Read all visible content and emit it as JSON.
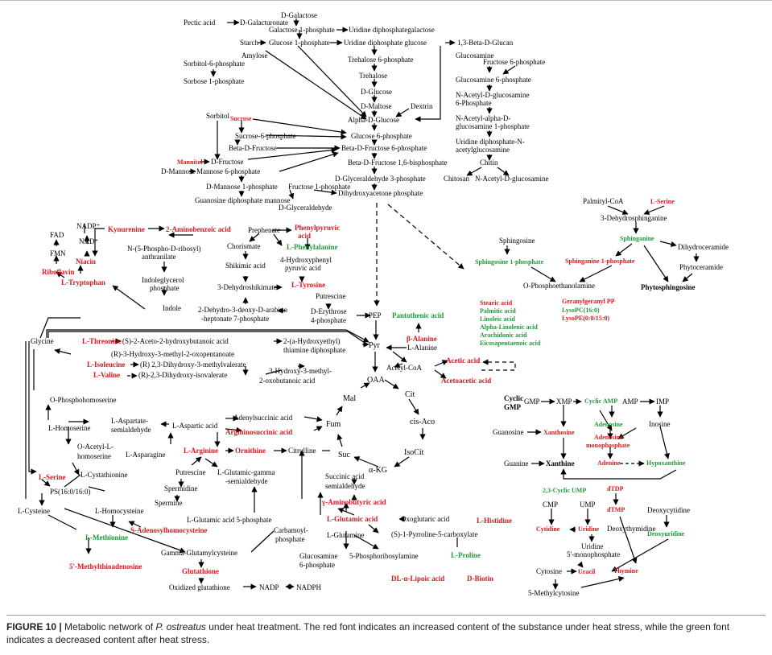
{
  "figure": {
    "label": "FIGURE 10 |",
    "caption_pre": " Metabolic network of ",
    "species": "P. ostreatus",
    "caption_post": " under heat treatment. The red font indicates an increased content of the substance under heat stress, while the green font indicates a decreased content after heat stress."
  },
  "colors": {
    "increased": "#e0161d",
    "decreased": "#1e9a3a",
    "unchanged": "#000000"
  },
  "nodes": {
    "d_galactose": "D-Galactose",
    "pectic_acid": "Pectic acid",
    "d_galacturonate": "D-Galacturonate",
    "galactose_1p": "Galactose 1-phosphate",
    "udp_galactose": "Uridine diphosphategalactose",
    "starch": "Starch",
    "glucose_1p": "Glucose 1-phosphate",
    "udp_glucose": "Uridine diphosphate glucose",
    "beta_glucan": "1,3-Beta-D-Glucan",
    "amylose": "Amylose",
    "sorbitol_6p": "Sorbitol-6-phosphate",
    "sorbose_1p": "Sorbose 1-phosphate",
    "trehalose_6p": "Trehalose 6-phosphate",
    "trehalose": "Trehalose",
    "d_glucose": "D-Glucose",
    "d_maltose": "D-Maltose",
    "dextrin": "Dextrin",
    "alpha_d_glucose": "Alpha-D-Glucose",
    "glucosamine": "Glucosamine",
    "fructose_6p_r": "Fructose 6-phosphate",
    "glucosamine_6p": "Glucosamine 6-phosphate",
    "nag_6p_a": "N-Acetyl-D-glucosamine",
    "nag_6p_b": "6-Phosphate",
    "nag_1p_a": "N-Acetyl-alpha-D-",
    "nag_1p_b": "glucosamine 1-phosphate",
    "udp_nag_a": "Uridine diphosphate-N-",
    "udp_nag_b": "acetylglucosamine",
    "chitin": "Chitin",
    "chitosan": "Chitosan",
    "nag": "N-Acetyl-D-glucosamine",
    "sorbitol": "Sorbitol",
    "sucrose": "Sucrose",
    "sucrose_6p": "Sucrose-6-phosphate",
    "glucose_6p": "Glucose 6-phosphate",
    "beta_d_fructose": "Beta-D-Fructose",
    "beta_d_fructose_6p": "Beta-D-Fructose 6-phosphate",
    "mannitol": "Mannitol",
    "d_fructose": "D-Fructose",
    "fructose_16bp": "Beta-D-Fructose 1,6-bisphosphate",
    "d_mannose": "D-Mannose",
    "mannose_6p": "Mannose 6-phosphate",
    "glyceraldehyde_3p": "D-Glyceraldehyde 3-phosphate",
    "d_mannose_1p": "D-Mannose 1-phosphate",
    "fructose_1p": "Fructose 1-phosphate",
    "gdp_mannose": "Guanosine diphosphate mannose",
    "dhap": "Dihydroxyacetone phosphate",
    "d_glyceraldehyde": "D-Glyceraldehyde",
    "nadp_plus": "NADP⁺",
    "kynurenine": "Kynurenine",
    "aminobenzoic": "2-Aminobenzoic acid",
    "prephenate": "Prephenate",
    "phenylpyruvic_a": "Phenylpyruvic",
    "phenylpyruvic_b": "acid",
    "fad": "FAD",
    "nad_plus": "NAD⁺",
    "chorismate": "Chorismate",
    "l_phenylalanine": "L-Phenylalanine",
    "fmn": "FMN",
    "prpp_anth_a": "N-(5-Phospho-D-ribosyl)",
    "prpp_anth_b": "anthranilate",
    "shikimic": "Shikimic acid",
    "hppa_a": "4-Hydroxyphenyl",
    "hppa_b": "pyruvic acid",
    "niacin": "Niacin",
    "riboflavin": "Riboflavin",
    "l_tryptophan": "L-Tryptophan",
    "igp_a": "Indoleglycerol",
    "igp_b": "phosphate",
    "dehydroshikimate": "3-Dehydroshikimate",
    "l_tyrosine": "L-Tyrosine",
    "putrescine_top": "Putrescine",
    "indole": "Indole",
    "dahp_a": "2-Dehydro-3-deoxy-D-arabino",
    "dahp_b": "-heptonate 7-phosphate",
    "erythrose_a": "D-Erythrose",
    "erythrose_b": "4-phosphate",
    "pep": "PEP",
    "pantothenic": "Pantothenic acid",
    "sphingosine": "Sphingosine",
    "sphingosine_1p": "Sphingosine 1-phosphate",
    "palmityl_coa": "Palmityl-CoA",
    "l_serine_top": "L-Serine",
    "dehydrosphinganine": "3-Dehydrosphinganine",
    "sphinganine": "Sphinganine",
    "dihydroceramide": "Dihydroceramide",
    "sphinganine_1p": "Sphinganine 1-phosphate",
    "phytoceramide": "Phytoceramide",
    "phosphoethanolamine": "O-Phosphoethanolamine",
    "phytosphingosine": "Phytosphingosine",
    "stearic": "Stearic acid",
    "palmitic": "Palmitic acid",
    "linoleic": "Linoleic acid",
    "alpha_linolenic": "Alpha-Linolenic acid",
    "arachidonic": "Arachidonic acid",
    "eicosapentaenoic": "Eicosapentaenoic acid",
    "geranylgeranyl": "Geranylgeranyl PP",
    "lysopc": "LysoPC(16:0)",
    "lysope": "LysoPE(0:0/15:0)",
    "glycine": "Glycine",
    "l_threonine": "L-Threonine",
    "aceto_hydroxybutanoic": "(S)-2-Aceto-2-hydroxybutanoic acid",
    "hydroxyethyl_tpp_a": "2-(a-Hydroxyethyl)",
    "hydroxyethyl_tpp_b": "thiamine diphosphate",
    "beta_alanine": "β-Alanine",
    "l_alanine": "L-Alanine",
    "pyr": "Pyr",
    "r_hmo": "(R)-3-Hydroxy-3-methyl-2-oxopentanoate",
    "l_isoleucine": "L-Isoleucine",
    "r_dhmv": "(R) 2,3-Dihydroxy-3-methylvalerate",
    "l_valine": "L-Valine",
    "r_dhiv": "(R)-2,3-Dihydroxy-isovalerate",
    "hmob_a": "3-Hydroxy-3-methyl-",
    "hmob_b": "2-oxobutanoic acid",
    "acetyl_coa": "Acetyl-CoA",
    "acetic_acid": "Acetic acid",
    "acetoacetic_acid": "Acetoacetic acid",
    "oaa": "OAA",
    "cit": "Cit",
    "mal": "Mal",
    "o_phosphohomoserine": "O-Phosphohomoserine",
    "adenylsuccinic": "Adenylsuccinic acid",
    "cis_aco": "cis-Aco",
    "l_homoserine": "L-Homoserine",
    "aspartate_sa_a": "L-Aspartate-",
    "aspartate_sa_b": "semialdehyde",
    "l_aspartic": "L-Aspartic acid",
    "fum": "Fum",
    "argininosuccinic": "Argininosuccinic acid",
    "isocit": "IsoCit",
    "o_acetyl_a": "O-Acetyl-L-",
    "o_acetyl_b": "homoserine",
    "l_asparagine": "L-Asparagine",
    "l_arginine": "L-Arginine",
    "ornithine": "Ornithine",
    "citrulline": "Citrulline",
    "suc": "Suc",
    "a_kg": "α-KG",
    "l_cystathionine": "L-Cystathionine",
    "putrescine_mid": "Putrescine",
    "glutamic_gsa_a": "L-Glutamic-gamma",
    "glutamic_gsa_b": "-semialdehyde",
    "ssa_a": "Succinic acid",
    "ssa_b": "semialdehyde",
    "l_serine_left": "L-Serine",
    "spermidine": "Spermidine",
    "ps": "PS(16:0/16:0)",
    "spermine": "Spermine",
    "gaba": "γ-Aminobutyric acid",
    "l_cysteine": "L-Cysteine",
    "l_homocysteine": "L-Homocysteine",
    "glutamic_5p": "L-Glutamic acid 5-phosphate",
    "l_glutamic": "L-Glutamic acid",
    "oxoglutaric": "Oxoglutaric acid",
    "l_histidine": "L-Histidine",
    "carbamoyl_a": "Carbamoyl-",
    "carbamoyl_b": "phosphate",
    "l_glutamine": "L-Glutamine",
    "p5c": "(S)-1-Pyrroline-5-carboxylate",
    "l_methionine": "L-Methionine",
    "s_adenosylhomocysteine": "S-Adenosylhomocysteine",
    "gamma_glutamylcysteine": "Gamma-Glutamylcysteine",
    "glucosamine_6p_b_a": "Glucosamine",
    "glucosamine_6p_b_b": "6-phosphate",
    "prpa": "5-Phosphoribosylamine",
    "l_proline": "L-Proline",
    "mta": "5'-Methylthioadenosine",
    "glutathione": "Glutathione",
    "lipoic": "DL-α-Lipoic acid",
    "biotin": "D-Biotin",
    "oxidized_glutathione": "Oxidized glutathione",
    "nadp": "NADP",
    "nadph": "NADPH",
    "cyclic_gmp_a": "Cyclic",
    "cyclic_gmp_b": "GMP",
    "gmp": "GMP",
    "xmp": "XMP",
    "cyclic_amp": "Cyclic AMP",
    "amp": "AMP",
    "imp": "IMP",
    "adenosine": "Adenosine",
    "inosine": "Inosine",
    "guanosine": "Guanosine",
    "xanthosine": "Xanthosine",
    "adenosine_mp_a": "Adenosine",
    "adenosine_mp_b": "monophosphate",
    "guanine": "Guanine",
    "xanthine": "Xanthine",
    "adenine": "Adenine",
    "hypoxanthine": "Hypoxanthine",
    "cyclic_ump": "2,3-Cyclic UMP",
    "dtdp": "dTDP",
    "cmp": "CMP",
    "ump": "UMP",
    "dtmp": "dTMP",
    "deoxycytidine": "Deoxycytidine",
    "cytidine": "Cytidine",
    "uridine": "Uridine",
    "deoxythymidine": "Deoxythymidine",
    "deoxyuridine": "Deoxyuridine",
    "uridine_5mp_a": "Uridine",
    "uridine_5mp_b": "5'-monophosphate",
    "cytosine": "Cytosine",
    "uracil": "Uracil",
    "thymine": "Thymine",
    "methylcytosine": "5-Methylcytosine"
  }
}
